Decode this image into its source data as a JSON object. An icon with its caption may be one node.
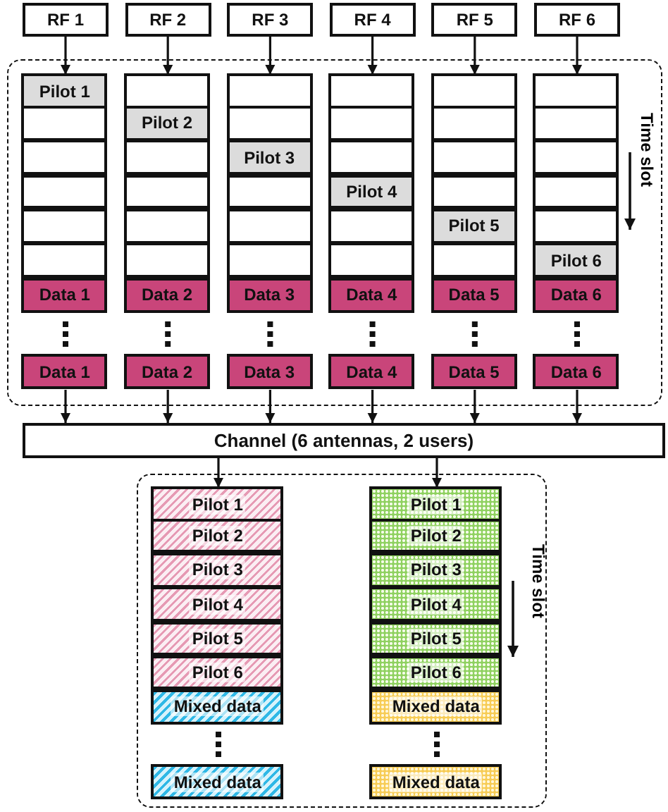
{
  "diagram": {
    "nodes": [
      {
        "text": [
          "RF 1"
        ]
      },
      {
        "text": [
          "RF 2"
        ]
      },
      {
        "text": [
          "RF 3"
        ]
      },
      {
        "text": [
          "RF 4"
        ]
      },
      {
        "text": [
          "RF 5"
        ]
      },
      {
        "text": [
          "RF 6"
        ]
      },
      {
        "text": [],
        "shape": "box"
      },
      {
        "text": [
          "Pilot 1"
        ],
        "in": 6
      },
      {
        "text": [],
        "shape": "box",
        "in": 6
      },
      {
        "text": [],
        "shape": "box",
        "in": 6
      },
      {
        "text": [],
        "shape": "box",
        "in": 6
      },
      {
        "text": [],
        "shape": "box",
        "in": 6
      },
      {
        "text": [],
        "shape": "box",
        "in": 6
      },
      {
        "text": [
          "Data 1"
        ],
        "in": 6
      },
      {
        "text": [
          "Data 1"
        ],
        "in": 6
      },
      {
        "text": [],
        "shape": "box",
        "in": 6
      },
      {
        "text": [
          "Pilot 2"
        ],
        "in": 6
      },
      {
        "text": [],
        "shape": "box",
        "in": 6
      },
      {
        "text": [],
        "shape": "box",
        "in": 6
      },
      {
        "text": [],
        "shape": "box",
        "in": 6
      },
      {
        "text": [],
        "shape": "box",
        "in": 6
      },
      {
        "text": [
          "Data 2"
        ],
        "in": 6
      },
      {
        "text": [
          "Data 2"
        ],
        "in": 6
      },
      {
        "text": [],
        "shape": "box",
        "in": 6
      },
      {
        "text": [],
        "shape": "box",
        "in": 6
      },
      {
        "text": [
          "Pilot 3"
        ],
        "in": 6
      },
      {
        "text": [],
        "shape": "box",
        "in": 6
      },
      {
        "text": [],
        "shape": "box",
        "in": 6
      },
      {
        "text": [],
        "shape": "box",
        "in": 6
      },
      {
        "text": [
          "Data 3"
        ],
        "in": 6
      },
      {
        "text": [
          "Data 3"
        ],
        "in": 6
      },
      {
        "text": [],
        "shape": "box",
        "in": 6
      },
      {
        "text": [],
        "shape": "box",
        "in": 6
      },
      {
        "text": [],
        "shape": "box",
        "in": 6
      },
      {
        "text": [
          "Pilot 4"
        ],
        "in": 6
      },
      {
        "text": [],
        "shape": "box",
        "in": 6
      },
      {
        "text": [],
        "shape": "box",
        "in": 6
      },
      {
        "text": [
          "Data 4"
        ],
        "in": 6
      },
      {
        "text": [
          "Data 4"
        ],
        "in": 6
      },
      {
        "text": [],
        "shape": "box",
        "in": 6
      },
      {
        "text": [],
        "shape": "box",
        "in": 6
      },
      {
        "text": [],
        "shape": "box",
        "in": 6
      },
      {
        "text": [],
        "shape": "box",
        "in": 6
      },
      {
        "text": [
          "Pilot 5"
        ],
        "in": 6
      },
      {
        "text": [],
        "shape": "box",
        "in": 6
      },
      {
        "text": [
          "Data 5"
        ],
        "in": 6
      },
      {
        "text": [
          "Data 5"
        ],
        "in": 6
      },
      {
        "text": [],
        "shape": "box",
        "in": 6
      },
      {
        "text": [],
        "shape": "box",
        "in": 6
      },
      {
        "text": [],
        "shape": "box",
        "in": 6
      },
      {
        "text": [],
        "shape": "box",
        "in": 6
      },
      {
        "text": [],
        "shape": "box",
        "in": 6
      },
      {
        "text": [
          "Pilot 6"
        ],
        "in": 6
      },
      {
        "text": [
          "Data 6"
        ],
        "in": 6
      },
      {
        "text": [
          "Data 6"
        ],
        "in": 6
      },
      {
        "text": [
          "Channel (6 antennas, 2 users)"
        ]
      },
      {
        "text": [],
        "shape": "box"
      },
      {
        "text": [
          "Pilot 1"
        ],
        "in": 56
      },
      {
        "text": [
          "Pilot 2"
        ],
        "in": 56
      },
      {
        "text": [
          "Pilot 3"
        ],
        "in": 56
      },
      {
        "text": [
          "Pilot 4"
        ],
        "in": 56
      },
      {
        "text": [
          "Pilot 5"
        ],
        "in": 56
      },
      {
        "text": [
          "Pilot 6"
        ],
        "in": 56
      },
      {
        "text": [
          "Mixed data"
        ],
        "in": 56
      },
      {
        "text": [
          "Mixed data"
        ],
        "in": 56
      },
      {
        "text": [
          "Pilot 1"
        ],
        "in": 56
      },
      {
        "text": [
          "Pilot 2"
        ],
        "in": 56
      },
      {
        "text": [
          "Pilot 3"
        ],
        "in": 56
      },
      {
        "text": [
          "Pilot 4"
        ],
        "in": 56
      },
      {
        "text": [
          "Pilot 5"
        ],
        "in": 56
      },
      {
        "text": [
          "Pilot 6"
        ],
        "in": 56
      },
      {
        "text": [
          "Mixed data"
        ],
        "in": 56
      },
      {
        "text": [
          "Mixed data"
        ],
        "in": 56
      }
    ],
    "edges": [
      {
        "from": 0,
        "to": 7,
        "arrow": "to"
      },
      {
        "from": 1,
        "to": 15,
        "arrow": "to"
      },
      {
        "from": 2,
        "to": 23,
        "arrow": "to"
      },
      {
        "from": 3,
        "to": 31,
        "arrow": "to"
      },
      {
        "from": 4,
        "to": 39,
        "arrow": "to"
      },
      {
        "from": 5,
        "to": 47,
        "arrow": "to"
      },
      {
        "from": 14,
        "to": 55,
        "arrow": "to"
      },
      {
        "from": 22,
        "to": 55,
        "arrow": "to"
      },
      {
        "from": 30,
        "to": 55,
        "arrow": "to"
      },
      {
        "from": 38,
        "to": 55,
        "arrow": "to"
      },
      {
        "from": 46,
        "to": 55,
        "arrow": "to"
      },
      {
        "from": 54,
        "to": 55,
        "arrow": "to"
      },
      {
        "from": 55,
        "to": 57,
        "arrow": "to"
      },
      {
        "from": 55,
        "to": 65,
        "arrow": "to"
      }
    ],
    "labels": [
      "Time slot",
      "Time slot"
    ]
  }
}
